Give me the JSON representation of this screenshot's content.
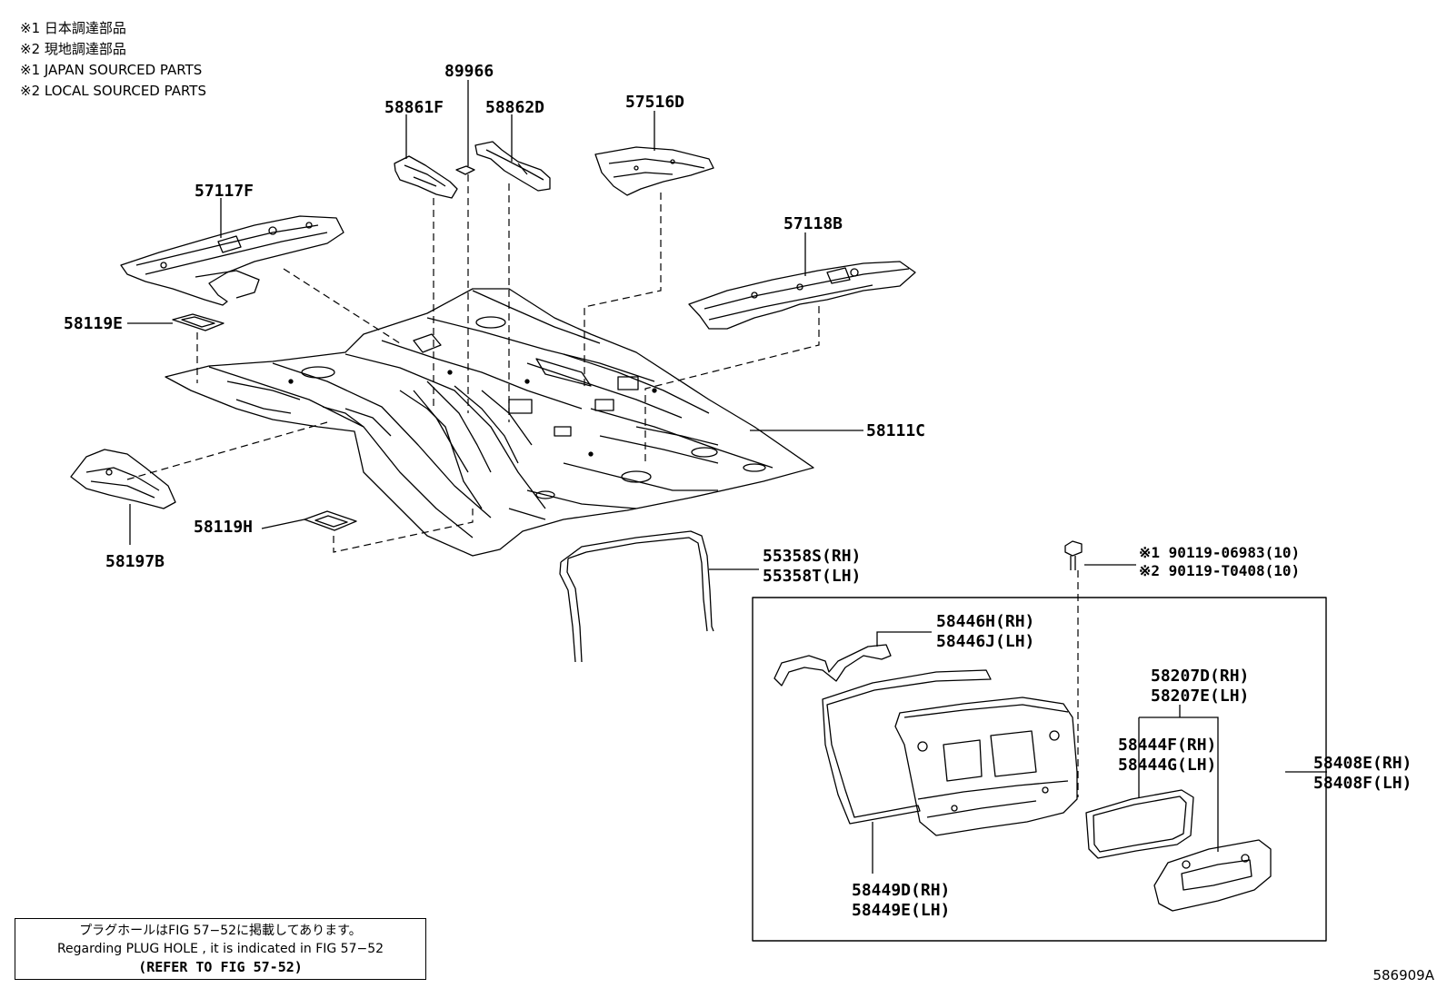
{
  "legend": {
    "line1": "※1 日本調達部品",
    "line2": "※2 現地調達部品",
    "line3": "※1 JAPAN SOURCED PARTS",
    "line4": "※2 LOCAL SOURCED PARTS"
  },
  "parts": {
    "p89966": "89966",
    "p58861F": "58861F",
    "p58862D": "58862D",
    "p57516D": "57516D",
    "p57117F": "57117F",
    "p57118B": "57118B",
    "p58119E": "58119E",
    "p58111C": "58111C",
    "p58197B": "58197B",
    "p58119H": "58119H",
    "p55358S": "55358S(RH)",
    "p55358T": "55358T(LH)",
    "p90119a": "※1 90119-06983(10)",
    "p90119b": "※2 90119-T0408(10)",
    "p58446H": "58446H(RH)",
    "p58446J": "58446J(LH)",
    "p58207D": "58207D(RH)",
    "p58207E": "58207E(LH)",
    "p58444F": "58444F(RH)",
    "p58444G": "58444G(LH)",
    "p58408E": "58408E(RH)",
    "p58408F": "58408F(LH)",
    "p58449D": "58449D(RH)",
    "p58449E": "58449E(LH)"
  },
  "note": {
    "line1": "プラグホールはFIG 57−52に掲載してあります。",
    "line2": "Regarding PLUG HOLE , it is indicated in FIG 57−52",
    "line3": "(REFER TO FIG 57-52)"
  },
  "figure_number": "586909A"
}
